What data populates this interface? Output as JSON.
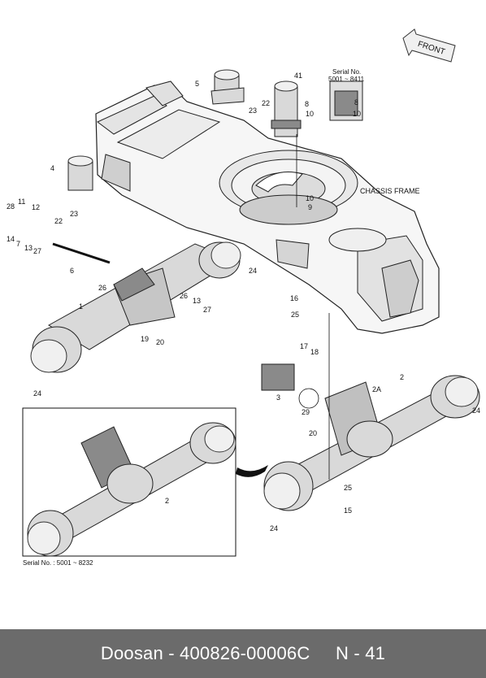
{
  "front_label": "FRONT",
  "chassis_frame_label": "CHASSIS FRAME",
  "serial_top": {
    "line1": "Serial No.",
    "line2": "5001 ~ 8411"
  },
  "serial_inset": "Serial No. : 5001 ~ 8232",
  "callouts": {
    "c41": "41",
    "c5": "5",
    "c22a": "22",
    "c23a": "23",
    "c8a": "8",
    "c10a": "10",
    "c8b": "8",
    "c10b": "10",
    "c4": "4",
    "c10c": "10",
    "c9": "9",
    "c28": "28",
    "c11": "11",
    "c12": "12",
    "c22b": "22",
    "c23b": "23",
    "c14": "14",
    "c7": "7",
    "c13a": "13",
    "c27a": "27",
    "c6": "6",
    "c26a": "26",
    "c24a": "24",
    "c1": "1",
    "c26b": "26",
    "c13b": "13",
    "c27b": "27",
    "c19": "19",
    "c20a": "20",
    "c24b": "24",
    "c16": "16",
    "c25a": "25",
    "c17": "17",
    "c18": "18",
    "c3": "3",
    "c29": "29",
    "c2A": "2A",
    "c2a": "2",
    "c24c": "24",
    "c20b": "20",
    "c2b": "2",
    "c25b": "25",
    "c15": "15",
    "c24d": "24"
  },
  "footer_text": "Doosan - 400826-00006C     N - 41"
}
